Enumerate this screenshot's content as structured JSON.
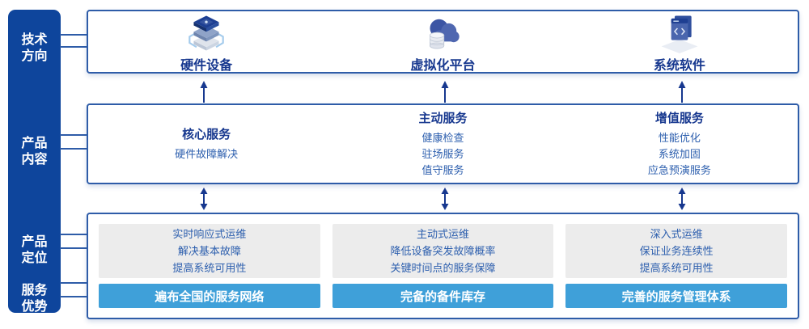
{
  "sidebar": {
    "items": [
      {
        "id": "tech-direction",
        "label": "技术方向"
      },
      {
        "id": "product-content",
        "label": "产品内容"
      },
      {
        "id": "product-positioning",
        "label": "产品定位"
      },
      {
        "id": "service-advantage",
        "label": "服务优势"
      }
    ]
  },
  "tech_row": {
    "items": [
      {
        "icon": "hardware-stack-icon",
        "label": "硬件设备"
      },
      {
        "icon": "cloud-database-icon",
        "label": "虚拟化平台"
      },
      {
        "icon": "code-window-icon",
        "label": "系统软件"
      }
    ]
  },
  "services_row": {
    "columns": [
      {
        "title": "核心服务",
        "items": [
          "硬件故障解决"
        ]
      },
      {
        "title": "主动服务",
        "items": [
          "健康检查",
          "驻场服务",
          "值守服务"
        ]
      },
      {
        "title": "增值服务",
        "items": [
          "性能优化",
          "系统加固",
          "应急预演服务"
        ]
      }
    ]
  },
  "positioning_row": {
    "columns": [
      {
        "points": [
          "实时响应式运维",
          "解决基本故障",
          "提高系统可用性"
        ],
        "advantage": "遍布全国的服务网络"
      },
      {
        "points": [
          "主动式运维",
          "降低设备突发故障概率",
          "关键时间点的服务保障"
        ],
        "advantage": "完备的备件库存"
      },
      {
        "points": [
          "深入式运维",
          "保证业务连续性",
          "提高系统可用性"
        ],
        "advantage": "完善的服务管理体系"
      }
    ]
  },
  "colors": {
    "sidebar_navy": "#0e459c",
    "box_border": "#2e5ca8",
    "heading_navy": "#17388f",
    "body_blue": "#2d5fae",
    "bar_blue": "#3fa0d9",
    "panel_gray": "#ececec"
  }
}
